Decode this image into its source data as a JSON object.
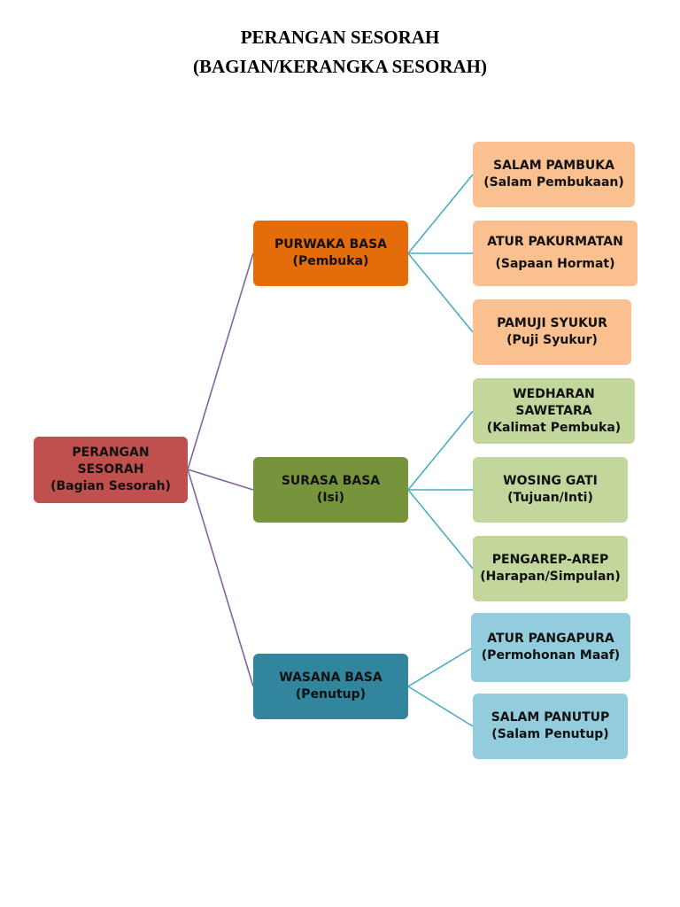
{
  "title": {
    "line1": "PERANGAN SESORAH",
    "line2": "(BAGIAN/KERANGKA SESORAH)"
  },
  "colors": {
    "root": "#c0504d",
    "purwaka": "#e46c0a",
    "surasa": "#77933c",
    "wasana": "#31859c",
    "purwaka_children": "#fac090",
    "surasa_children": "#c3d69b",
    "wasana_children": "#93cddd",
    "root_connector": "#8064a2",
    "child_connector": "#4bacc6"
  },
  "root": {
    "lines": [
      "PERANGAN",
      "SESORAH",
      "(Bagian  Sesorah)"
    ]
  },
  "sections": [
    {
      "lines": [
        "PURWAKA BASA",
        "(Pembuka)"
      ],
      "children": [
        {
          "lines": [
            "SALAM PAMBUKA",
            "(Salam Pembukaan)"
          ]
        },
        {
          "lines": [
            "ATUR PAKURMATAN",
            "(Sapaan Hormat)"
          ]
        },
        {
          "lines": [
            "PAMUJI SYUKUR",
            "(Puji Syukur)"
          ]
        }
      ]
    },
    {
      "lines": [
        "SURASA BASA",
        "(Isi)"
      ],
      "children": [
        {
          "lines": [
            "WEDHARAN",
            "SAWETARA",
            "(Kalimat Pembuka)"
          ]
        },
        {
          "lines": [
            "WOSING GATI",
            "(Tujuan/Inti)"
          ]
        },
        {
          "lines": [
            "PENGAREP-AREP",
            "(Harapan/Simpulan)"
          ]
        }
      ]
    },
    {
      "lines": [
        "WASANA BASA",
        "(Penutup)"
      ],
      "children": [
        {
          "lines": [
            "ATUR PANGAPURA",
            "(Permohonan Maaf)"
          ]
        },
        {
          "lines": [
            "SALAM PANUTUP",
            "(Salam Penutup)"
          ]
        }
      ]
    }
  ]
}
